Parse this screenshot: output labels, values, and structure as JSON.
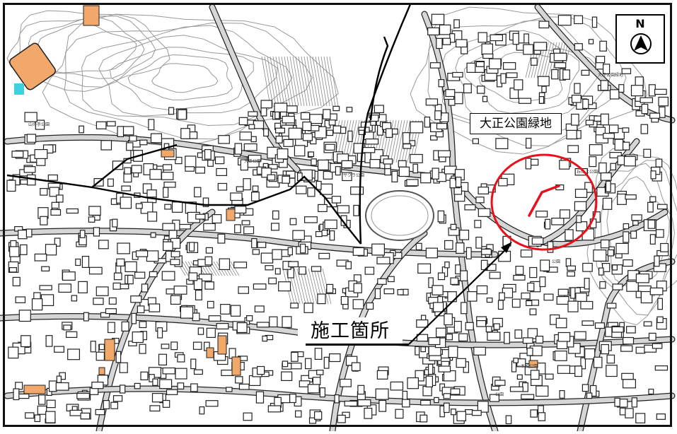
{
  "map": {
    "park_label": "大正公園緑地",
    "site_label": "施工箇所",
    "north_letter": "N",
    "icons": {
      "north_arrow": "north-arrow-icon"
    },
    "colors": {
      "site_circle": "#e8101a",
      "site_marks": "#e8101a",
      "highlight_buildings": "#f2a86a",
      "pool": "#40d0e0",
      "route_line": "#000000",
      "road_fill": "#d6d6d6",
      "contour": "#999999"
    },
    "tiny_labels": [
      "山の手公園",
      "大正公園",
      "大正公園緑地",
      "公園",
      "公園",
      "一本松公園",
      "丘の上公園",
      "サクラ公園"
    ]
  }
}
